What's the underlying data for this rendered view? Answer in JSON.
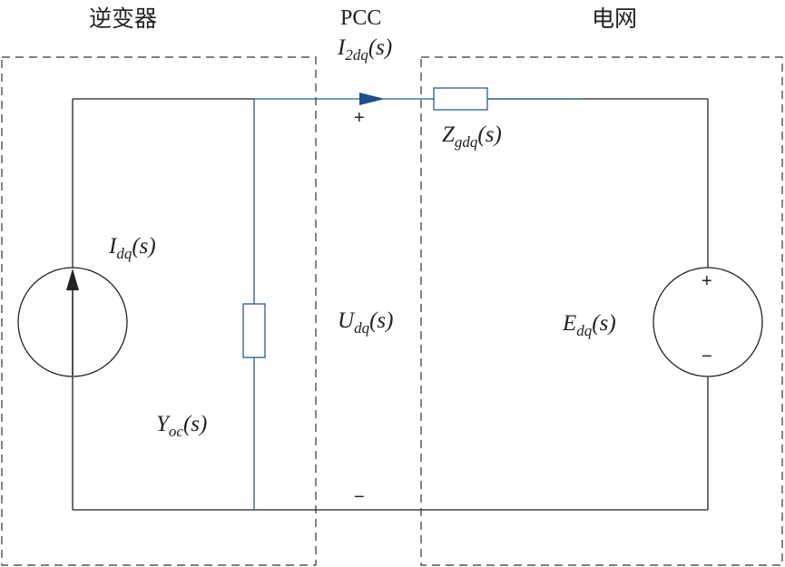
{
  "regions": {
    "inverter": "逆变器",
    "pcc": "PCC",
    "grid": "电网"
  },
  "labels": {
    "i2dq": {
      "main": "I",
      "sub": "2dq",
      "tail": "(s)"
    },
    "zgdq": {
      "main": "Z",
      "sub": "gdq",
      "tail": "(s)"
    },
    "idq": {
      "main": "I",
      "sub": "dq",
      "tail": "(s)"
    },
    "udq": {
      "main": "U",
      "sub": "dq",
      "tail": "(s)"
    },
    "edq": {
      "main": "E",
      "sub": "dq",
      "tail": "(s)"
    },
    "yoc": {
      "main": "Y",
      "sub": "oc",
      "tail": "(s)"
    }
  },
  "signs": {
    "pcc_plus": "+",
    "pcc_minus": "−",
    "source_plus": "+",
    "source_minus": "−"
  },
  "colors": {
    "wire": "#222222",
    "pcc_wire": "#2a5a8c",
    "arrow": "#1f4e8c",
    "dashed": "#333333"
  }
}
